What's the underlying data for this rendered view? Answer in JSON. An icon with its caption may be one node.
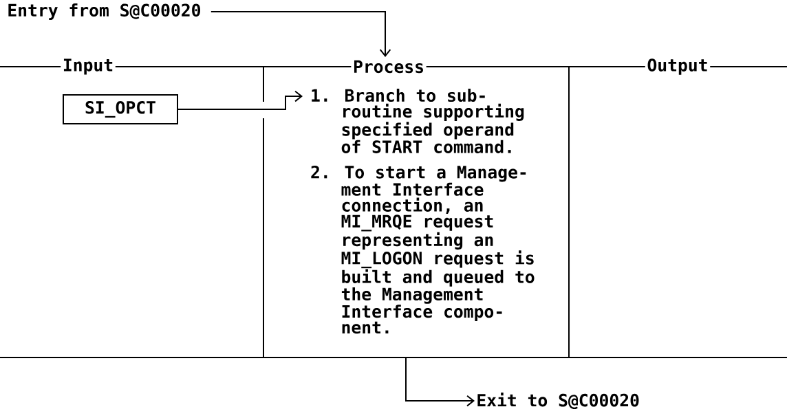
{
  "diagram": {
    "nodes": [
      {
        "text": [
          "Entry from S@C00020"
        ]
      },
      {
        "text": [
          "Input"
        ]
      },
      {
        "text": [
          "SI_OPCT"
        ],
        "in": 1
      },
      {
        "text": [
          "Process",
          "1. Branch to sub-routine supporting specified operand of START command.",
          "2. To start a Manage-ment Interface connection, an MI_MRQE request representing an MI_LOGON request is built and queued to the Management Interface compo-nent."
        ]
      },
      {
        "text": [
          "Output"
        ]
      },
      {
        "text": [
          "Exit to S@C00020"
        ]
      }
    ],
    "edges": [
      {
        "from": 0,
        "to": 3,
        "arrow": "to"
      },
      {
        "from": 2,
        "to": 3,
        "arrow": "to"
      },
      {
        "from": 3,
        "to": 5,
        "arrow": "to"
      }
    ]
  }
}
